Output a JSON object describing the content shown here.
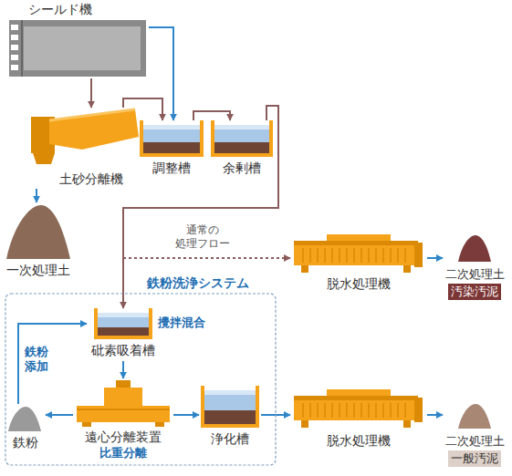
{
  "diagram": {
    "nodes": [
      {
        "text": [
          "シールド機"
        ]
      },
      {
        "text": [
          "土砂分離機"
        ]
      },
      {
        "text": [
          "調整槽"
        ]
      },
      {
        "text": [
          "余剰槽"
        ]
      },
      {
        "text": [
          "一次処理土"
        ]
      },
      {
        "text": [
          "脱水処理機"
        ]
      },
      {
        "text": [
          "二次処理土",
          "汚染汚泥"
        ]
      },
      {
        "text": [
          "鉄粉洗浄システム"
        ]
      },
      {
        "text": [
          "砒素吸着槽",
          "攪拌混合"
        ],
        "in": 7
      },
      {
        "text": [
          "鉄粉"
        ],
        "in": 7
      },
      {
        "text": [
          "遠心分離装置",
          "比重分離"
        ],
        "in": 7
      },
      {
        "text": [
          "浄化槽"
        ],
        "in": 7
      },
      {
        "text": [
          "脱水処理機"
        ]
      },
      {
        "text": [
          "二次処理土",
          "一般汚泥"
        ]
      }
    ],
    "edges": [
      {
        "from": 0,
        "to": 1,
        "arrow": "to"
      },
      {
        "from": 0,
        "to": 2,
        "arrow": "to"
      },
      {
        "from": 1,
        "to": 2,
        "arrow": "to"
      },
      {
        "from": 2,
        "to": 3,
        "arrow": "to"
      },
      {
        "from": 3,
        "to": 8,
        "arrow": "to"
      },
      {
        "from": 3,
        "to": 5,
        "label": "通常の 処理フロー",
        "arrow": "to"
      },
      {
        "from": 1,
        "to": 4,
        "arrow": "to"
      },
      {
        "from": 5,
        "to": 6,
        "arrow": "to"
      },
      {
        "from": 9,
        "to": 8,
        "label": "鉄粉 添加",
        "arrow": "to"
      },
      {
        "from": 8,
        "to": 10,
        "arrow": "to"
      },
      {
        "from": 10,
        "to": 9,
        "arrow": "to"
      },
      {
        "from": 10,
        "to": 11,
        "arrow": "to"
      },
      {
        "from": 11,
        "to": 12,
        "arrow": "to"
      },
      {
        "from": 12,
        "to": 13,
        "arrow": "to"
      }
    ]
  }
}
